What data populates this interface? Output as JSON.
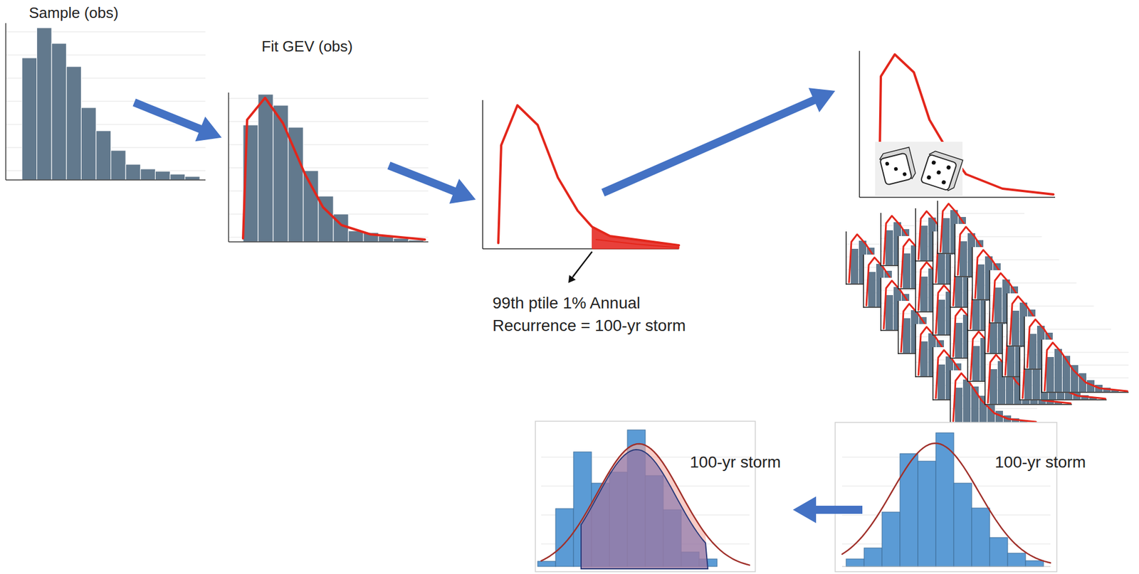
{
  "diagram": {
    "nodes": [
      {
        "text": [
          "Sample (obs)"
        ]
      },
      {
        "text": [
          "Fit GEV (obs)"
        ]
      },
      {
        "text": [
          "99th ptile 1% Annual Recurrence = 100-yr storm"
        ]
      },
      {
        "text": [
          "100-yr storm"
        ]
      },
      {
        "text": [
          "100-yr storm"
        ]
      }
    ],
    "edges": [
      {
        "from": 0,
        "to": 1,
        "arrow": "to"
      },
      {
        "from": 1,
        "to": 2,
        "arrow": "to"
      },
      {
        "from": 3,
        "to": 4,
        "arrow": "to"
      }
    ]
  }
}
